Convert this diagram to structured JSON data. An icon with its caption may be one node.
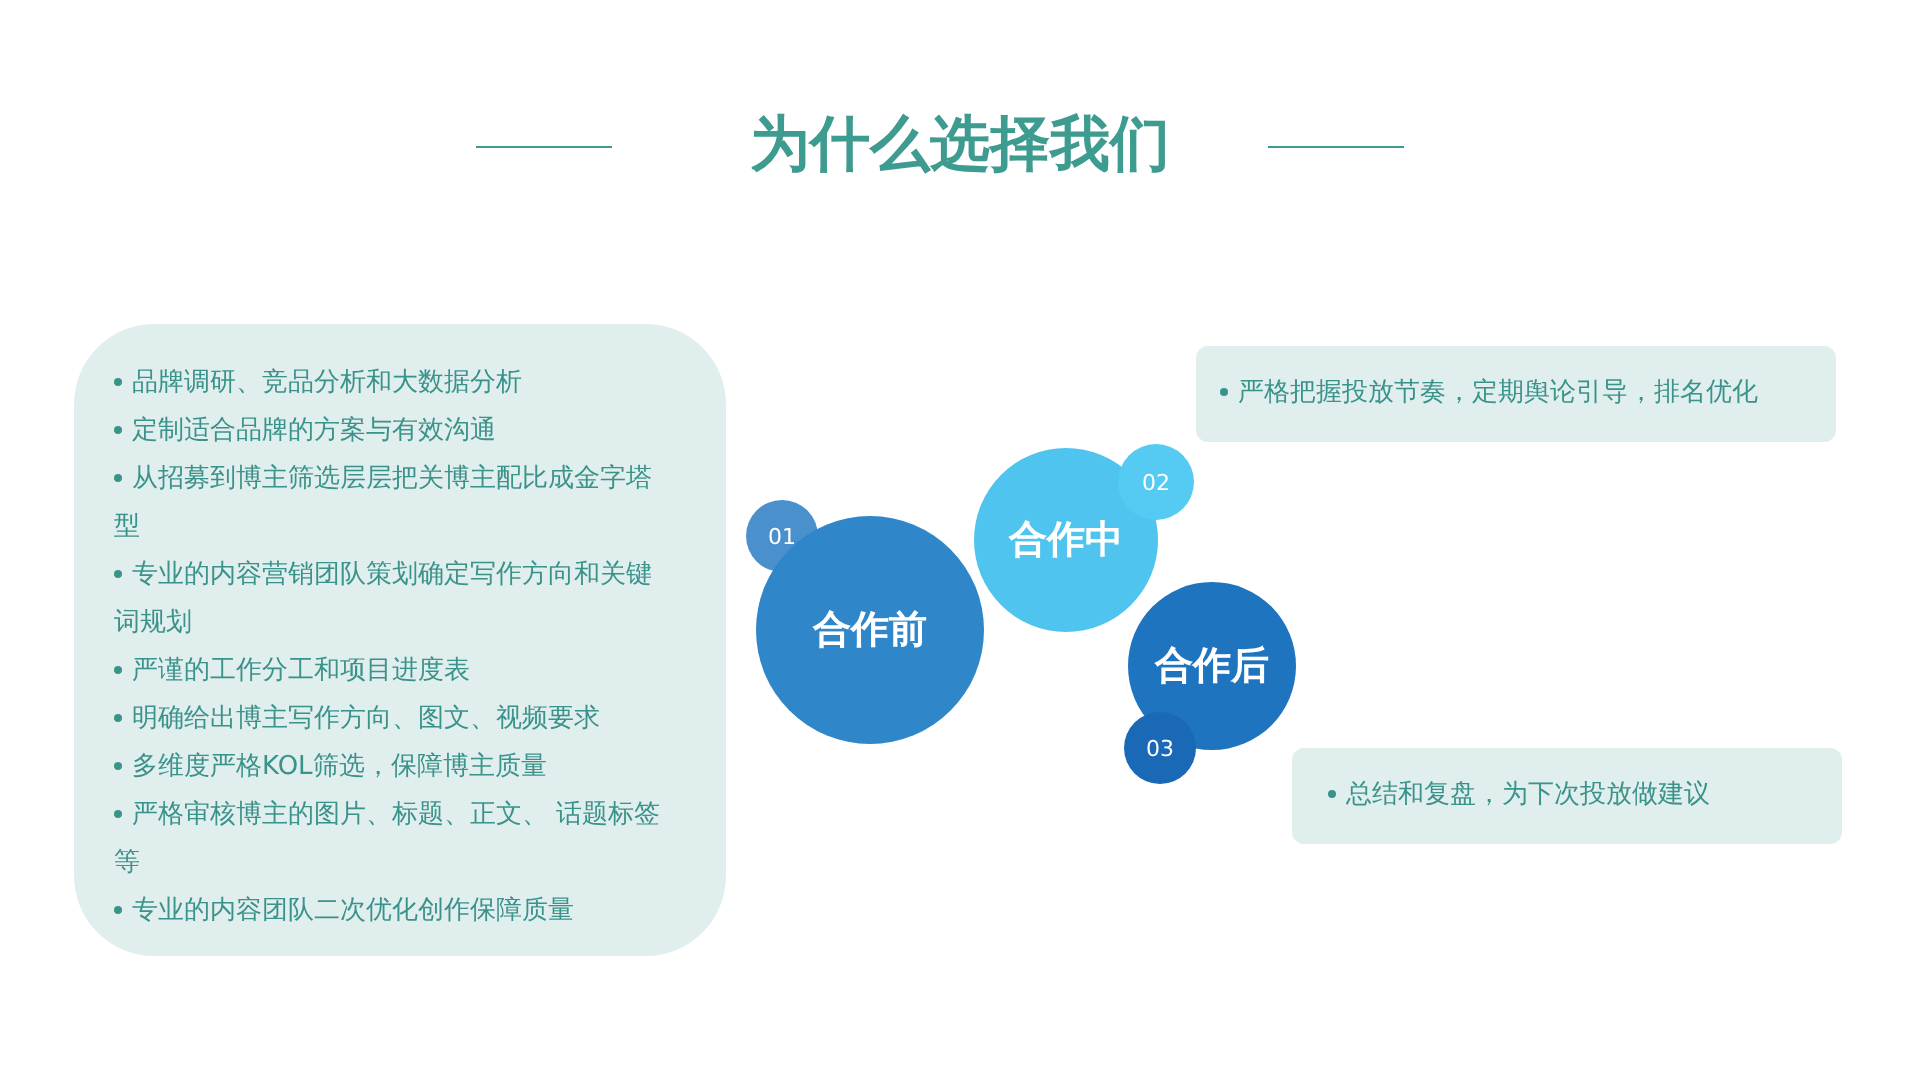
{
  "diagram": {
    "title": "为什么选择我们",
    "nodes": [
      {
        "text": [
          "品牌调研、竞品分析和大数据分析",
          "定制适合品牌的方案与有效沟通",
          "从招募到博主筛选层层把关博主配比成金字塔型",
          "专业的内容营销团队策划确定写作方向和关键词规划",
          "严谨的工作分工和项目进度表",
          "明确给出博主写作方向、图文、视频要求",
          "多维度严格KOL筛选，保障博主质量",
          "严格审核博主的图片、标题、正文、 话题标签等",
          "专业的内容团队二次优化创作保障质量"
        ]
      },
      {
        "text": [
          "01"
        ]
      },
      {
        "text": [
          "合作前"
        ]
      },
      {
        "text": [
          "合作中"
        ]
      },
      {
        "text": [
          "02"
        ]
      },
      {
        "text": [
          "严格把握投放节奏，定期舆论引导，排名优化"
        ]
      },
      {
        "text": [
          "合作后"
        ]
      },
      {
        "text": [
          "03"
        ]
      },
      {
        "text": [
          "总结和复盘，为下次投放做建议"
        ]
      }
    ]
  }
}
